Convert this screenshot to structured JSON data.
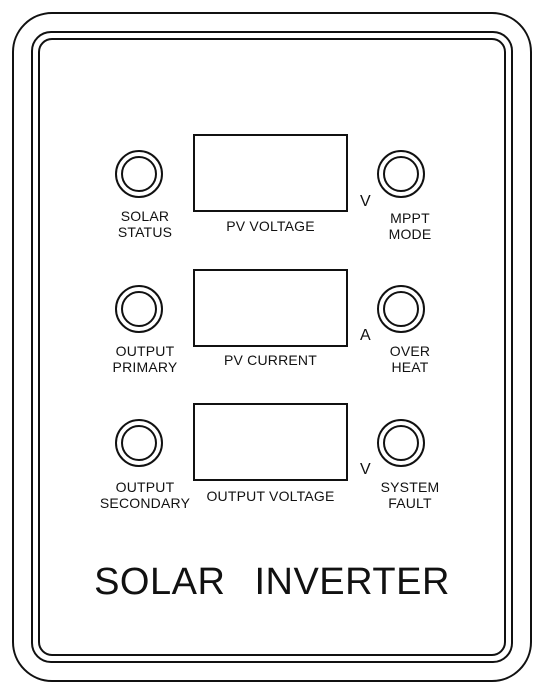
{
  "panel": {
    "title": "SOLAR INVERTER",
    "indicators_left": [
      {
        "line1": "SOLAR",
        "line2": "STATUS"
      },
      {
        "line1": "OUTPUT",
        "line2": "PRIMARY"
      },
      {
        "line1": "OUTPUT",
        "line2": "SECONDARY"
      }
    ],
    "indicators_right": [
      {
        "line1": "MPPT",
        "line2": "MODE"
      },
      {
        "line1": "OVER",
        "line2": "HEAT"
      },
      {
        "line1": "SYSTEM",
        "line2": "FAULT"
      }
    ],
    "displays": [
      {
        "label": "PV  VOLTAGE",
        "unit": "V"
      },
      {
        "label": "PV  CURRENT",
        "unit": "A"
      },
      {
        "label": "OUTPUT  VOLTAGE",
        "unit": "V"
      }
    ]
  }
}
